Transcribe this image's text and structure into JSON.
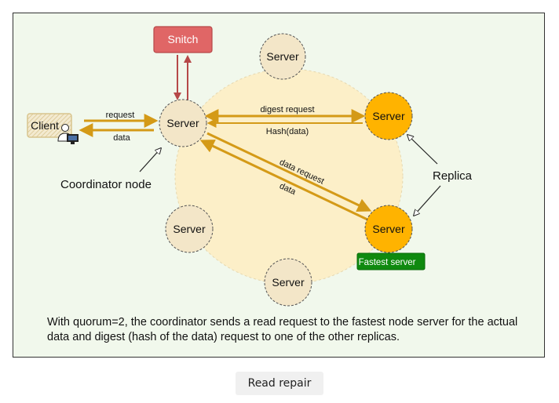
{
  "diagram": {
    "snitch": "Snitch",
    "client": "Client",
    "nodes": {
      "top": "Server",
      "coordinator": "Server",
      "replica": "Server",
      "fastest": "Server",
      "left_bottom": "Server",
      "bottom": "Server"
    },
    "arrows": {
      "request": "request",
      "data_to_client": "data",
      "digest_request": "digest request",
      "hash_data": "Hash(data)",
      "data_request": "data request",
      "data_return": "data"
    },
    "labels": {
      "coordinator_node": "Coordinator node",
      "replica": "Replica",
      "fastest_server": "Fastest server"
    },
    "colors": {
      "snitch": "#e06666",
      "server_default": "#f3e6c8",
      "server_highlight": "#ffb300",
      "ring": "#fcefc8",
      "arrow": "#d49a17",
      "fastest_badge": "#0f8a0f",
      "background": "#f1f8ec"
    }
  },
  "caption": "With quorum=2, the coordinator sends a read request to the fastest node server for the actual data and digest (hash of the data) request to one of the other replicas.",
  "figure_label": "Read repair"
}
